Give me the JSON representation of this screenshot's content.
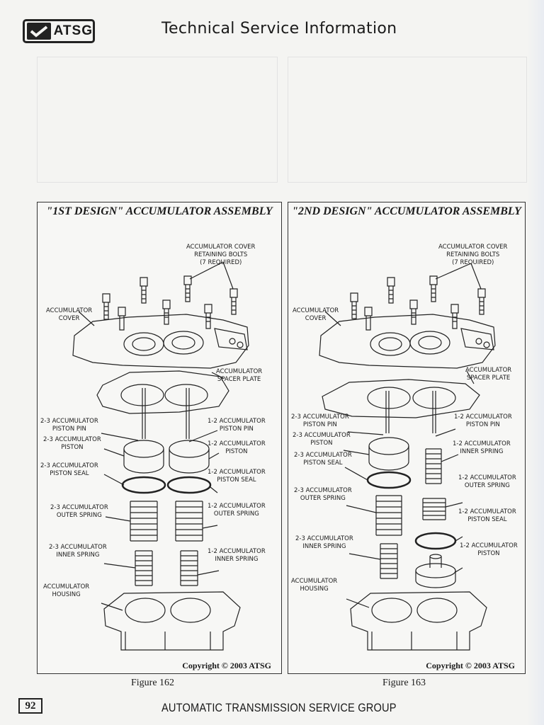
{
  "header": {
    "logo_text": "ATSG",
    "title": "Technical Service Information"
  },
  "figures": [
    {
      "title": "\"1ST DESIGN\" ACCUMULATOR ASSEMBLY",
      "caption": "Figure 162",
      "copyright": "Copyright © 2003 ATSG",
      "labels": {
        "cover_bolts": [
          "ACCUMULATOR COVER",
          "RETAINING BOLTS",
          "(7 REQUIRED)"
        ],
        "cover": [
          "ACCUMULATOR",
          "COVER"
        ],
        "spacer_plate": [
          "ACCUMULATOR",
          "SPACER PLATE"
        ],
        "piston_pin_23": [
          "2-3 ACCUMULATOR",
          "PISTON PIN"
        ],
        "piston_pin_12": [
          "1-2 ACCUMULATOR",
          "PISTON PIN"
        ],
        "piston_23": [
          "2-3 ACCUMULATOR",
          "PISTON"
        ],
        "piston_12": [
          "1-2 ACCUMULATOR",
          "PISTON"
        ],
        "piston_seal_23": [
          "2-3 ACCUMULATOR",
          "PISTON SEAL"
        ],
        "piston_seal_12": [
          "1-2 ACCUMULATOR",
          "PISTON SEAL"
        ],
        "outer_spring_23": [
          "2-3 ACCUMULATOR",
          "OUTER SPRING"
        ],
        "outer_spring_12": [
          "1-2 ACCUMULATOR",
          "OUTER SPRING"
        ],
        "inner_spring_23": [
          "2-3 ACCUMULATOR",
          "INNER SPRING"
        ],
        "inner_spring_12": [
          "1-2 ACCUMULATOR",
          "INNER SPRING"
        ],
        "housing": [
          "ACCUMULATOR",
          "HOUSING"
        ]
      }
    },
    {
      "title": "\"2ND DESIGN\" ACCUMULATOR ASSEMBLY",
      "caption": "Figure 163",
      "copyright": "Copyright © 2003 ATSG",
      "labels": {
        "cover_bolts": [
          "ACCUMULATOR COVER",
          "RETAINING BOLTS",
          "(7 REQUIRED)"
        ],
        "cover": [
          "ACCUMULATOR",
          "COVER"
        ],
        "spacer_plate": [
          "ACCUMULATOR",
          "SPACER PLATE"
        ],
        "piston_pin_23": [
          "2-3 ACCUMULATOR",
          "PISTON PIN"
        ],
        "piston_pin_12": [
          "1-2 ACCUMULATOR",
          "PISTON PIN"
        ],
        "piston_23": [
          "2-3 ACCUMULATOR",
          "PISTON"
        ],
        "inner_spring_12": [
          "1-2 ACCUMULATOR",
          "INNER SPRING"
        ],
        "piston_seal_23": [
          "2-3 ACCUMULATOR",
          "PISTON SEAL"
        ],
        "outer_spring_12": [
          "1-2 ACCUMULATOR",
          "OUTER SPRING"
        ],
        "outer_spring_23": [
          "2-3 ACCUMULATOR",
          "OUTER SPRING"
        ],
        "piston_seal_12": [
          "1-2 ACCUMULATOR",
          "PISTON SEAL"
        ],
        "inner_spring_23": [
          "2-3 ACCUMULATOR",
          "INNER SPRING"
        ],
        "piston_12": [
          "1-2 ACCUMULATOR",
          "PISTON"
        ],
        "housing": [
          "ACCUMULATOR",
          "HOUSING"
        ]
      }
    }
  ],
  "page_number": "92",
  "footer": "AUTOMATIC TRANSMISSION SERVICE GROUP"
}
